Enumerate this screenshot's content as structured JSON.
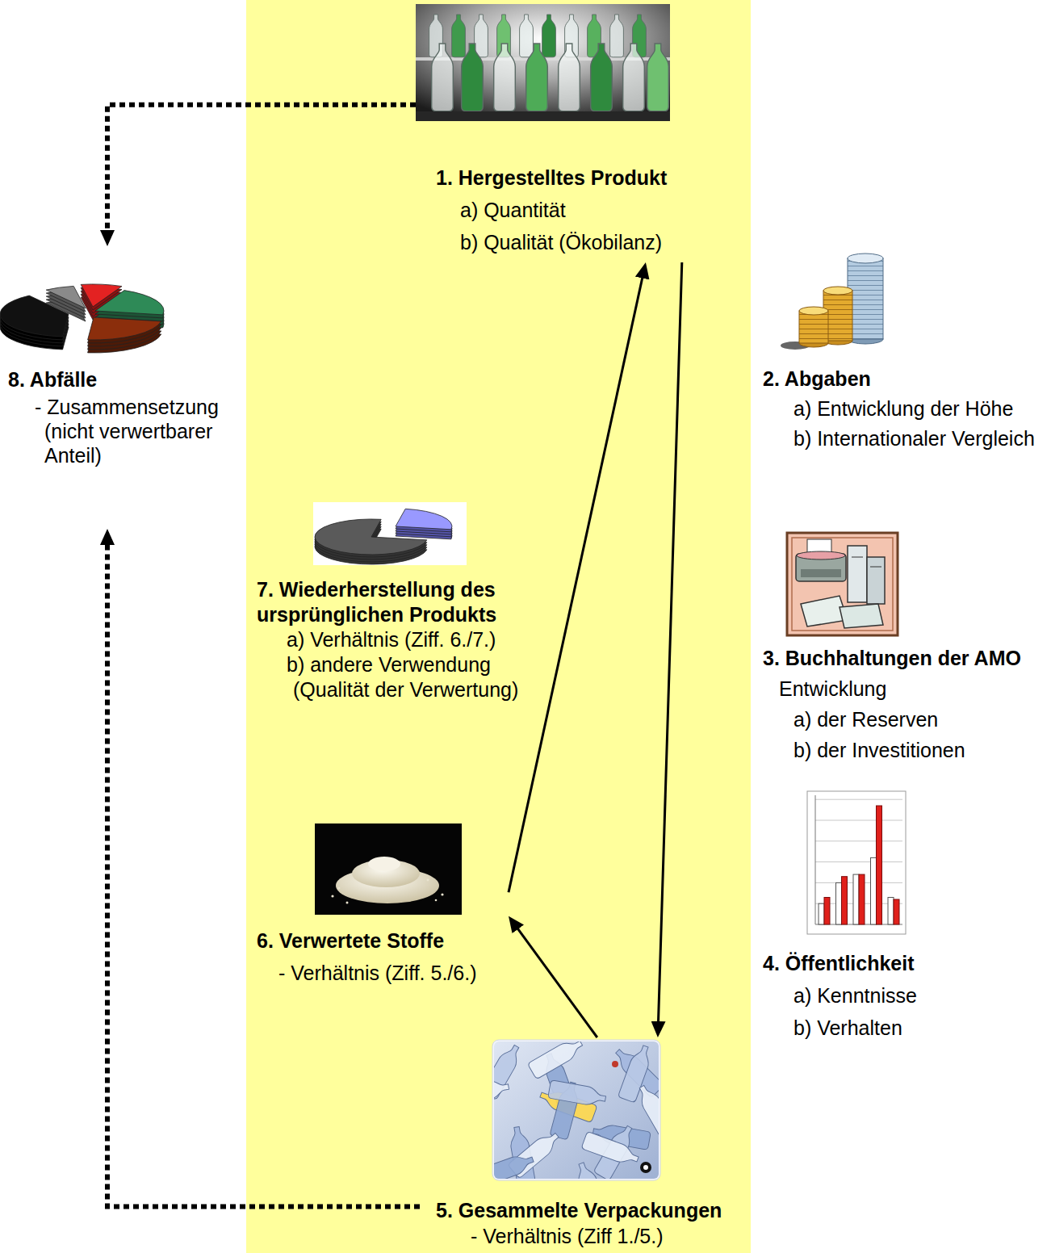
{
  "diagram": {
    "nodes": [
      {
        "text": [
          "1. Hergestelltes Produkt",
          "a) Quantität",
          "b) Qualität (Ökobilanz)"
        ]
      },
      {
        "text": [
          "2. Abgaben",
          "a) Entwicklung der Höhe",
          "b) Internationaler Vergleich"
        ]
      },
      {
        "text": [
          "3. Buchhaltungen der AMO",
          "Entwicklung",
          "a) der Reserven",
          "b) der Investitionen"
        ]
      },
      {
        "text": [
          "4. Öffentlichkeit",
          "a) Kenntnisse",
          "b) Verhalten"
        ]
      },
      {
        "text": [
          "5. Gesammelte Verpackungen",
          "- Verhältnis (Ziff 1./5.)"
        ]
      },
      {
        "text": [
          "6. Verwertete Stoffe",
          "- Verhältnis (Ziff. 5./6.)"
        ]
      },
      {
        "text": [
          "7. Wiederherstellung des ursprünglichen Produkts",
          "a) Verhältnis (Ziff. 6./7.)",
          "b) andere Verwendung (Qualität der Verwertung)"
        ]
      },
      {
        "text": [
          "8. Abfälle",
          "- Zusammensetzung (nicht verwertbarer Anteil)"
        ]
      }
    ],
    "edges": [
      {
        "from": 0,
        "to": 4,
        "arrow": "to"
      },
      {
        "from": 4,
        "to": 5,
        "arrow": "to"
      },
      {
        "from": 5,
        "to": 0,
        "arrow": "to"
      },
      {
        "from": 0,
        "to": 7,
        "arrow": "to"
      },
      {
        "from": 4,
        "to": 7,
        "arrow": "to"
      }
    ]
  }
}
